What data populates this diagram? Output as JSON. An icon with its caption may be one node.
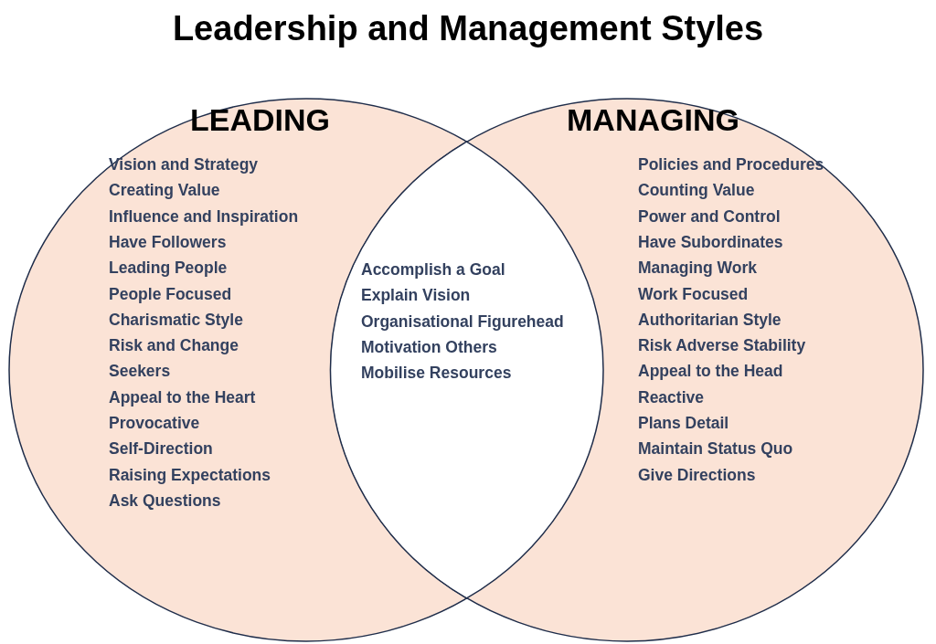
{
  "diagram": {
    "title": "Leadership and Management Styles",
    "nodes": [
      {
        "text": [
          "LEADING",
          "Vision and Strategy",
          "Creating Value",
          "Influence and Inspiration",
          "Have Followers",
          "Leading People",
          "People Focused",
          "Charismatic Style",
          "Risk and Change",
          "Seekers",
          "Appeal to the Heart",
          "Provocative",
          "Self-Direction",
          "Raising Expectations",
          "Ask Questions"
        ]
      },
      {
        "text": [
          "MANAGING",
          "Policies and Procedures",
          "Counting Value",
          "Power and Control",
          "Have Subordinates",
          "Managing Work",
          "Work Focused",
          "Authoritarian Style",
          "Risk Adverse Stability",
          "Appeal to the Head",
          "Reactive",
          "Plans Detail",
          "Maintain Status Quo",
          "Give Directions"
        ]
      },
      {
        "text": [
          "Accomplish a Goal",
          "Explain Vision",
          "Organisational Figurehead",
          "Motivation Others",
          "Mobilise Resources"
        ]
      }
    ],
    "edges": []
  }
}
